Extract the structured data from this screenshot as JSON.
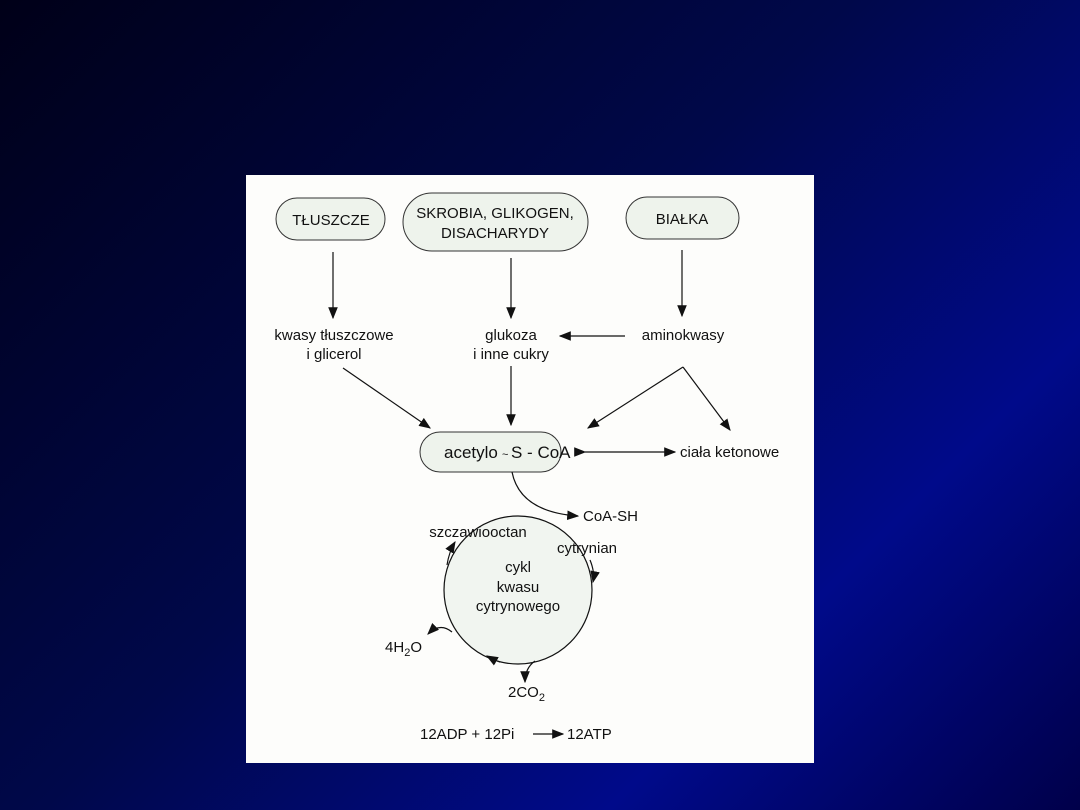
{
  "sources": {
    "fats": "TŁUSZCZE",
    "carbs_line1": "SKROBIA, GLIKOGEN,",
    "carbs_line2": "DISACHARYDY",
    "proteins": "BIAŁKA"
  },
  "intermediates": {
    "fatty_acids_line1": "kwasy tłuszczowe",
    "fatty_acids_line2": "i glicerol",
    "glucose_line1": "glukoza",
    "glucose_line2": "i inne cukry",
    "amino_acids": "aminokwasy"
  },
  "acetyl": {
    "label": "acetylo",
    "tilde": "~",
    "rest": "S - CoA"
  },
  "ketones": "ciała ketonowe",
  "cycle": {
    "coash": "CoA-SH",
    "oxaloacetate": "szczawiooctan",
    "citrate": "cytrynian",
    "name_line1": "cykl",
    "name_line2": "kwasu",
    "name_line3": "cytrynowego",
    "water": "4H",
    "water_sub": "2",
    "water_end": "O",
    "co2": "2CO",
    "co2_sub": "2"
  },
  "equation": {
    "left": "12ADP + 12Pi",
    "right": "12ATP"
  }
}
